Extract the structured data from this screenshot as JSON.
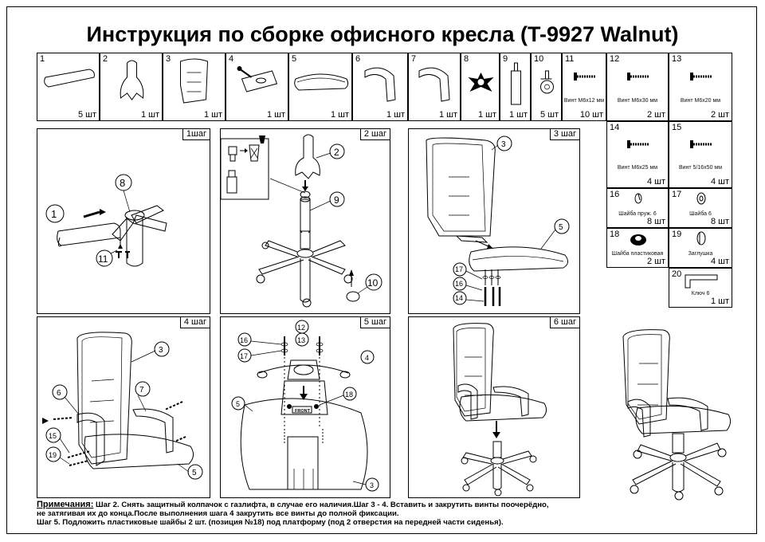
{
  "title": "Инструкция по сборке офисного кресла (T-9927 Walnut)",
  "parts": [
    {
      "num": "1",
      "qty": "5 шт",
      "caption": "",
      "icon": "armrest-icon"
    },
    {
      "num": "2",
      "qty": "1 шт",
      "caption": "",
      "icon": "backrest-bracket-icon"
    },
    {
      "num": "3",
      "qty": "1 шт",
      "caption": "",
      "icon": "backrest-icon"
    },
    {
      "num": "4",
      "qty": "1 шт",
      "caption": "",
      "icon": "tilt-mechanism-icon"
    },
    {
      "num": "5",
      "qty": "1 шт",
      "caption": "",
      "icon": "seat-icon"
    },
    {
      "num": "6",
      "qty": "1 шт",
      "caption": "",
      "icon": "armrest-left-icon"
    },
    {
      "num": "7",
      "qty": "1 шт",
      "caption": "",
      "icon": "armrest-right-icon"
    },
    {
      "num": "8",
      "qty": "1 шт",
      "caption": "",
      "icon": "base-center-icon"
    },
    {
      "num": "9",
      "qty": "1 шт",
      "caption": "",
      "icon": "gas-lift-icon"
    },
    {
      "num": "10",
      "qty": "5 шт",
      "caption": "",
      "icon": "caster-icon"
    },
    {
      "num": "11",
      "qty": "10 шт",
      "caption": "Винт М6х12 мм",
      "icon": "screw-icon"
    },
    {
      "num": "12",
      "qty": "2 шт",
      "caption": "Винт М6х30 мм",
      "icon": "screw-icon"
    },
    {
      "num": "13",
      "qty": "2 шт",
      "caption": "Винт М6х20 мм",
      "icon": "screw-icon"
    },
    {
      "num": "14",
      "qty": "4 шт",
      "caption": "Винт М6х25 мм",
      "icon": "screw-icon"
    },
    {
      "num": "15",
      "qty": "4 шт",
      "caption": "Винт 5/16х50 мм",
      "icon": "screw-icon"
    },
    {
      "num": "16",
      "qty": "8 шт",
      "caption": "Шайба пруж. 6",
      "icon": "spring-washer-icon"
    },
    {
      "num": "17",
      "qty": "8 шт",
      "caption": "Шайба 6",
      "icon": "washer-icon"
    },
    {
      "num": "18",
      "qty": "2 шт",
      "caption": "Шайба пластиковая",
      "icon": "plastic-washer-icon"
    },
    {
      "num": "19",
      "qty": "4 шт",
      "caption": "Заглушка",
      "icon": "plug-icon"
    },
    {
      "num": "20",
      "qty": "1 шт",
      "caption": "Ключ 6",
      "icon": "hex-key-icon"
    }
  ],
  "steps": [
    {
      "label": "1шаг",
      "callouts": [
        "1",
        "8",
        "11"
      ]
    },
    {
      "label": "2 шаг",
      "callouts": [
        "2",
        "9",
        "10"
      ]
    },
    {
      "label": "3 шаг",
      "callouts": [
        "3",
        "5",
        "17",
        "16",
        "14"
      ]
    },
    {
      "label": "4 шаг",
      "callouts": [
        "3",
        "6",
        "7",
        "15",
        "19",
        "5"
      ]
    },
    {
      "label": "5 шаг",
      "callouts": [
        "12",
        "16",
        "13",
        "17",
        "4",
        "5",
        "18",
        "3"
      ],
      "front_label": "FRONT"
    },
    {
      "label": "6 шаг",
      "callouts": []
    }
  ],
  "notes": {
    "label": "Примечания:",
    "line1": " Шаг 2. Снять защитный колпачок с газлифта, в случае его наличия.Шаг 3 - 4. Вставить и закрутить винты поочерёдно,",
    "line2": "не затягивая их до конца.После выполнения шага 4 закрутить все винты до полной фиксации.",
    "line3": "Шаг 5. Подложить пластиковые шайбы 2 шт. (позиция №18) под платформу (под 2 отверстия на передней части сиденья)."
  }
}
